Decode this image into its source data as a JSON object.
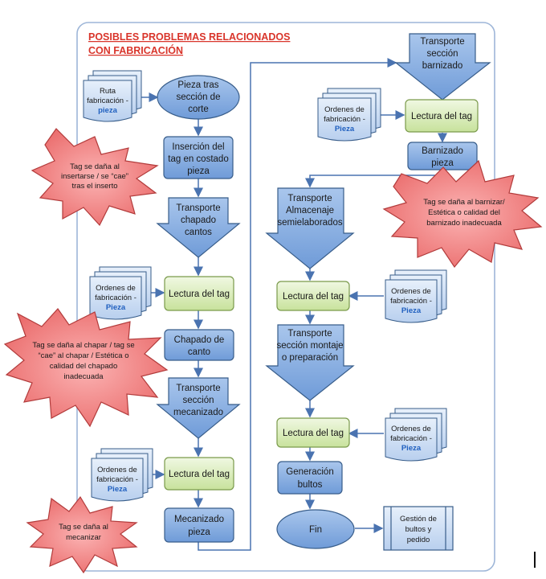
{
  "title": {
    "line1": "POSIBLES PROBLEMAS RELACIONADOS",
    "line2": "CON FABRICACIÓN"
  },
  "left_column": {
    "pieza_tras_corte": [
      "Pieza  tras",
      "sección de",
      "corte"
    ],
    "insercion_tag": [
      "Inserción del",
      "tag en costado",
      "pieza"
    ],
    "transporte_chapado": [
      "Transporte",
      "chapado",
      "cantos"
    ],
    "lectura_1": "Lectura del tag",
    "chapado_canto": [
      "Chapado de",
      "canto"
    ],
    "transporte_mecanizado": [
      "Transporte",
      "sección",
      "mecanizado"
    ],
    "lectura_2": "Lectura del tag",
    "mecanizado_pieza": [
      "Mecanizado",
      "pieza"
    ]
  },
  "right_column": {
    "transporte_barnizado": [
      "Transporte",
      "sección",
      "barnizado"
    ],
    "lectura_3": "Lectura del tag",
    "barnizado_pieza": [
      "Barnizado",
      "pieza"
    ],
    "transporte_almacenaje": [
      "Transporte",
      "Almacenaje",
      "semielaborados"
    ],
    "lectura_4": "Lectura del tag",
    "transporte_montaje": [
      "Transporte",
      "sección montaje",
      "o preparación"
    ],
    "lectura_5": "Lectura del tag",
    "generacion_bultos": [
      "Generación",
      "bultos"
    ],
    "fin": "Fin",
    "gestion_bultos": [
      "Gestión de",
      "bultos  y",
      "pedido"
    ]
  },
  "documents": {
    "ruta": [
      "Ruta",
      "fabricación -",
      "pieza"
    ],
    "ordenes": [
      "Ordenes de",
      "fabricación -",
      "Pieza"
    ]
  },
  "problems": {
    "insertarse": [
      "Tag se daña al",
      "insertarse / se  “cae”",
      "tras el inserto"
    ],
    "chapar": [
      "Tag se daña al chapar / tag se",
      "“cae” al chapar / Estética o",
      "calidad del  chapado",
      "inadecuada"
    ],
    "mecanizar": [
      "Tag se daña al",
      "mecanizar"
    ],
    "barnizar": [
      "Tag se daña al barnizar/",
      "Estética o calidad del",
      "barnizado inadecuada"
    ]
  },
  "colors": {
    "process_fill": "#5b8fd0",
    "process_stroke": "#385d8a",
    "lectura_fill": "#d3e9b0",
    "lectura_stroke": "#7a9a4b",
    "doc_fill": "#c5d8f0",
    "starburst_fill": "#f06b6b",
    "starburst_stroke": "#b23b3b",
    "arrow": "#4a73b0",
    "frame": "#9eb6d8",
    "title": "#d9352b"
  }
}
